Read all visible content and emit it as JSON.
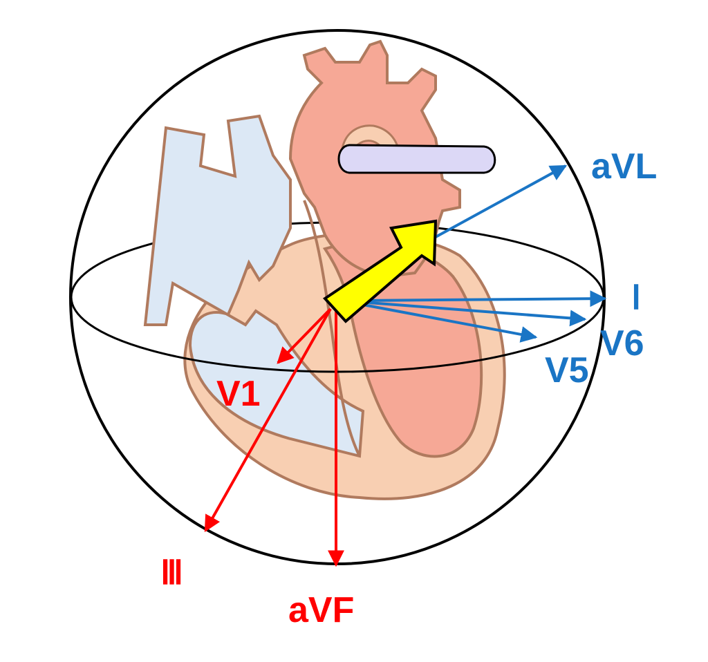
{
  "diagram": {
    "leads": {
      "aVL": "aVL",
      "I": "Ⅰ",
      "V6": "V6",
      "V5": "V5",
      "V1": "V1",
      "III": "Ⅲ",
      "aVF": "aVF"
    },
    "colors": {
      "positive_lead": "#1a75c5",
      "negative_lead": "#ff0000",
      "mean_vector": "#ffff00",
      "right_heart": "#dce8f5",
      "left_heart": "#f6a896",
      "myocardium": "#f8cfb2",
      "outline": "#b07a5e",
      "great_vessel": "#dcd8f6"
    },
    "icons": {
      "mean_vector": "thick-arrow-icon"
    }
  }
}
